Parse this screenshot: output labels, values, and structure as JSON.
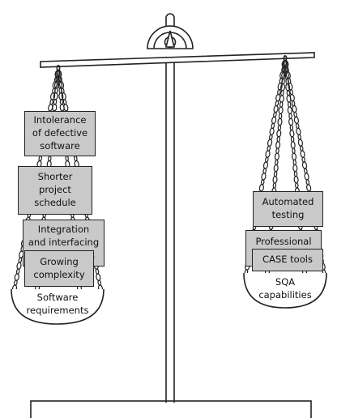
{
  "left_pan": {
    "label": "Software\nrequirements",
    "boxes": [
      "Intolerance\nof defective\nsoftware",
      "Shorter\nproject\nschedule",
      "Integration\nand interfacing\nrequirements",
      "Growing\ncomplexity"
    ]
  },
  "right_pan": {
    "label": "SQA\ncapabilities",
    "boxes": [
      "Automated\ntesting",
      "Professional\nstandards",
      "CASE tools"
    ]
  },
  "colors": {
    "box_fill": "#c9c9c9",
    "line": "#222222",
    "background": "#ffffff"
  }
}
